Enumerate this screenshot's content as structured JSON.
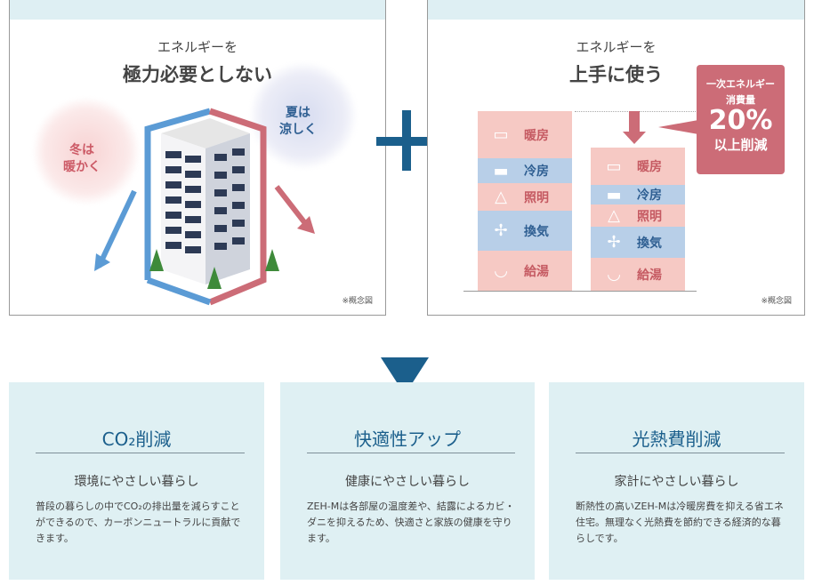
{
  "left_panel": {
    "title_line1": "エネルギーを",
    "title_line2": "極力必要としない",
    "winter": "冬は\n暖かく",
    "summer": "夏は\n涼しく",
    "note": "※概念図"
  },
  "right_panel": {
    "title_line1": "エネルギーを",
    "title_line2": "上手に使う",
    "note": "※概念図",
    "before": [
      {
        "label": "暖房",
        "icon": "heater-icon"
      },
      {
        "label": "冷房",
        "icon": "air-conditioner-icon"
      },
      {
        "label": "照明",
        "icon": "lamp-icon"
      },
      {
        "label": "換気",
        "icon": "fan-icon"
      },
      {
        "label": "給湯",
        "icon": "bathtub-icon"
      }
    ],
    "after": [
      {
        "label": "暖房",
        "icon": "heater-icon"
      },
      {
        "label": "冷房",
        "icon": "air-conditioner-icon"
      },
      {
        "label": "照明",
        "icon": "lamp-icon"
      },
      {
        "label": "換気",
        "icon": "fan-icon"
      },
      {
        "label": "給湯",
        "icon": "bathtub-icon"
      }
    ],
    "callout": {
      "line1": "一次エネルギー",
      "line2": "消費量",
      "value": "20%",
      "line3": "以上削減"
    }
  },
  "colors": {
    "accent": "#1b5f8c",
    "heat": "#cc6c77",
    "cool": "#5b9bd5",
    "card_bg": "#dff0f3"
  },
  "cards": [
    {
      "title": "CO₂削減",
      "subtitle": "環境にやさしい暮らし",
      "body": "普段の暮らしの中でCO₂の排出量を減らすことができるので、カーボンニュートラルに貢献できます。"
    },
    {
      "title": "快適性アップ",
      "subtitle": "健康にやさしい暮らし",
      "body": "ZEH-Mは各部屋の温度差や、結露によるカビ・ダニを抑えるため、快適さと家族の健康を守ります。"
    },
    {
      "title": "光熱費削減",
      "subtitle": "家計にやさしい暮らし",
      "body": "断熱性の高いZEH-Mは冷暖房費を抑える省エネ住宅。無理なく光熱費を節約できる経済的な暮らしです。"
    }
  ]
}
